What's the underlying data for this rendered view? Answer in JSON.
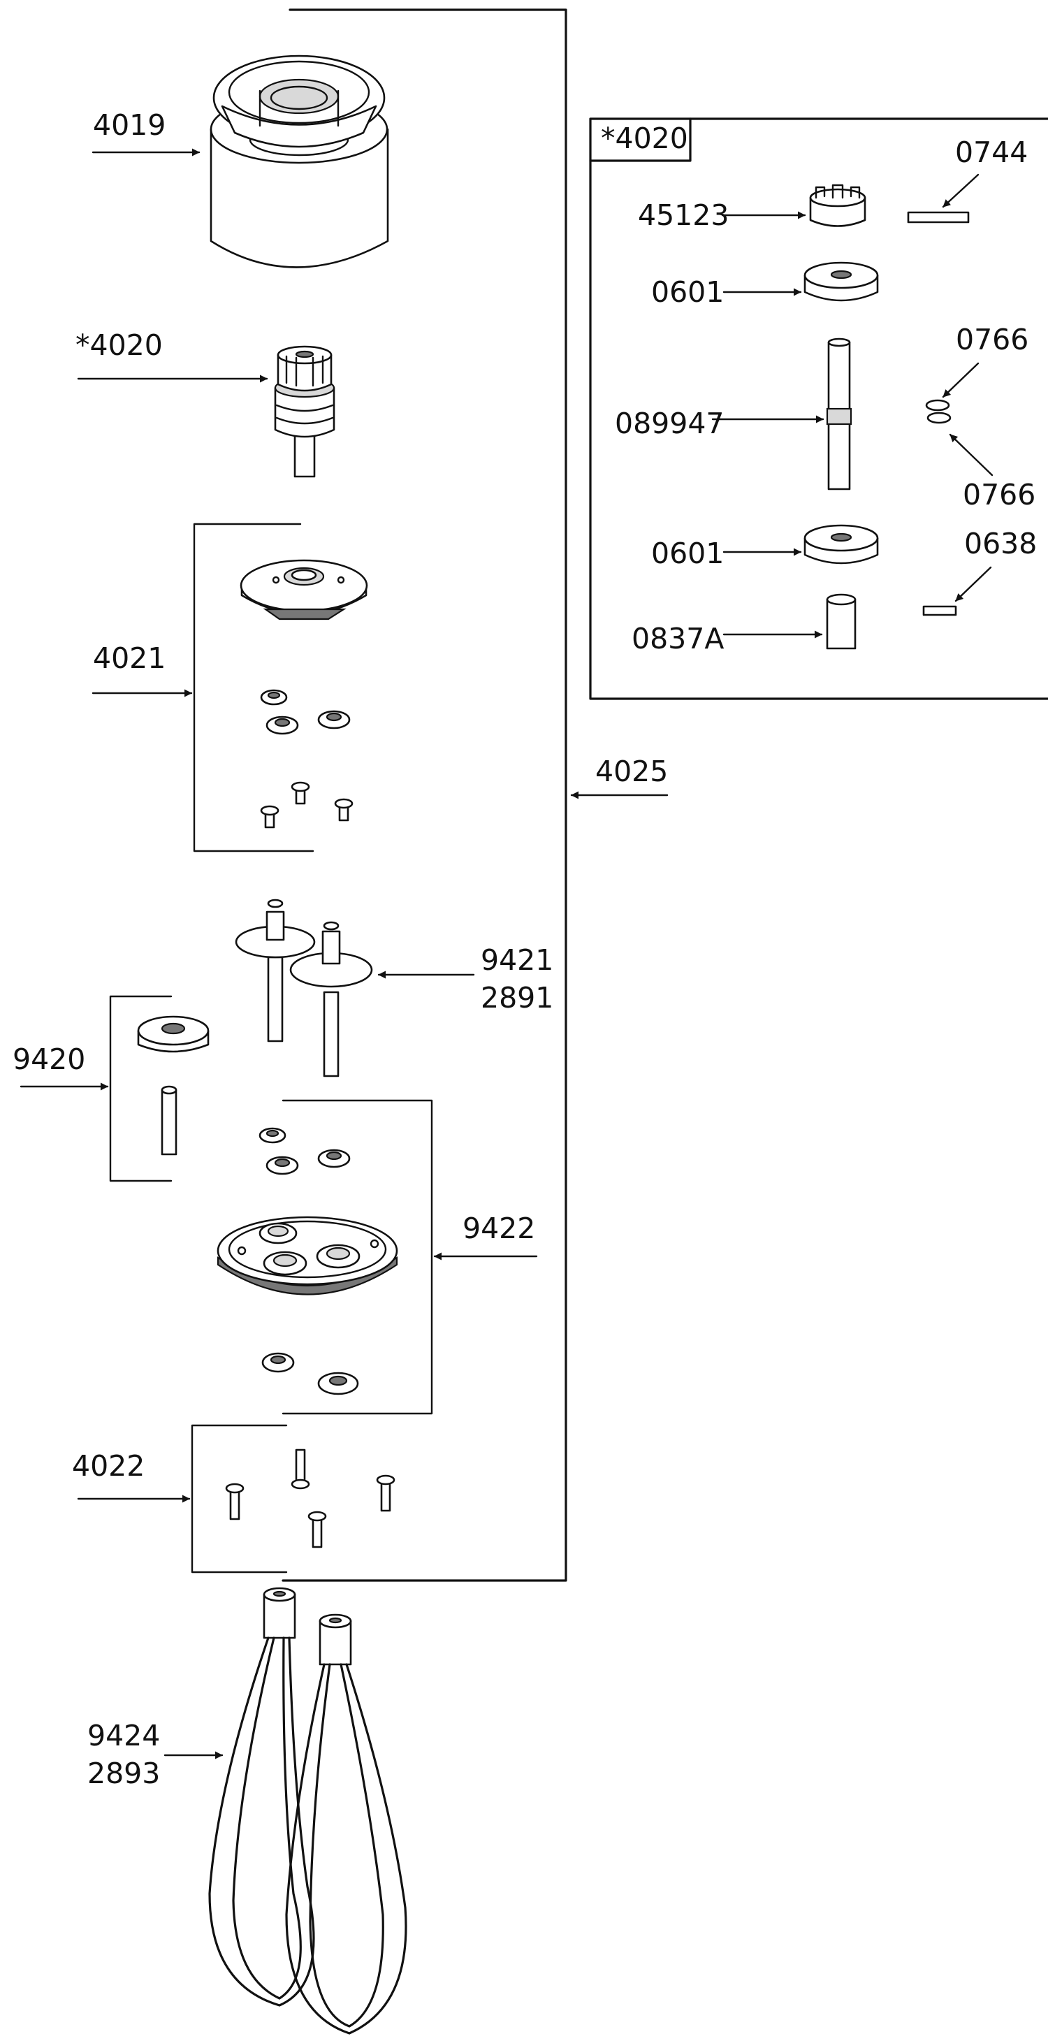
{
  "diagram": {
    "callouts": {
      "c4019": "4019",
      "c4020": "*4020",
      "c4021": "4021",
      "c4025": "4025",
      "c9421": "9421",
      "c2891": "2891",
      "c9420": "9420",
      "c9422": "9422",
      "c4022": "4022",
      "c9424": "9424",
      "c2893": "2893"
    },
    "inset": {
      "title": "*4020",
      "labels": {
        "p45123": "45123",
        "p0744": "0744",
        "p0601a": "0601",
        "p0766a": "0766",
        "p089947": "089947",
        "p0766b": "0766",
        "p0601b": "0601",
        "p0638": "0638",
        "p0837A": "0837A"
      }
    }
  }
}
